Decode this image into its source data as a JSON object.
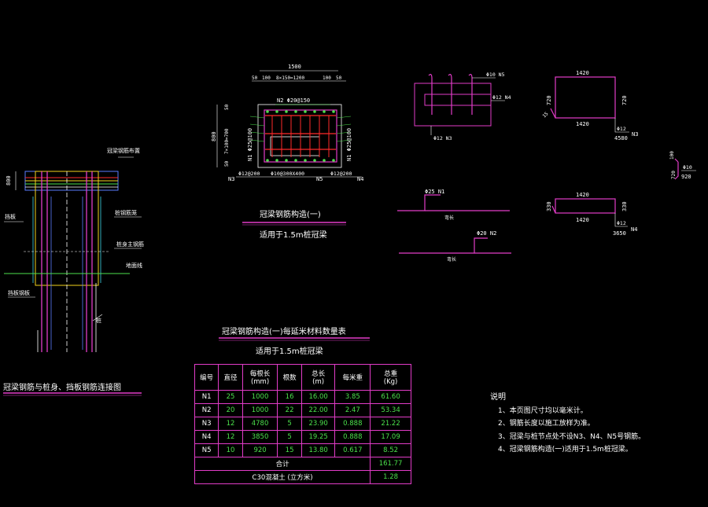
{
  "colors": {
    "background": "#000000",
    "line_white": "#ffffff",
    "line_magenta": "#e23cc8",
    "line_green": "#4be04b",
    "line_red": "#ff2a2a",
    "line_yellow": "#f2d21c",
    "line_blue": "#5a7cff",
    "line_cyan": "#3fd6e8"
  },
  "left_detail": {
    "dim_height": "800",
    "label_beam_rebar": "冠梁钢筋布置",
    "label_pile_cage": "桩钢筋笼",
    "label_pile_main": "桩身主钢筋",
    "label_ground": "地面线",
    "label_retaining": "挡板",
    "label_retaining_board": "挡板钢板",
    "label_pile": "桩",
    "title": "冠梁钢筋与桩身、挡板钢筋连接图"
  },
  "section": {
    "dim_total": "1500",
    "dim_left_edge": "50",
    "dim_left_cover": "100",
    "dim_middle": "8×150=1200",
    "dim_right_cover": "100",
    "dim_right_edge": "50",
    "dim_height": "800",
    "dim_height_inner": "7×100=700",
    "dim_top": "50",
    "dim_bottom": "50",
    "label_top": "N2 Φ20@150",
    "label_left_side": "N1 Φ25@100",
    "label_right_side": "N1 Φ25@100",
    "label_n3": "N3",
    "label_bottom_left": "Φ12@200",
    "label_bottom_mid": "Φ10@300X400",
    "label_n5": "N5",
    "label_bottom_right": "Φ12@200",
    "label_n4": "N4",
    "title": "冠梁钢筋构造(一)",
    "subtitle": "适用于1.5m桩冠梁"
  },
  "bar_shapes": {
    "n5_label": "Φ10 N5",
    "n4_label": "Φ12 N4",
    "n3_small_label": "Φ12 N3",
    "n1_label": "Φ25 N1",
    "n1_caption": "弯长",
    "n2_label": "Φ20 N2",
    "n2_caption": "弯长",
    "stirrup_n3": {
      "top": "1420",
      "bottom": "1420",
      "left": "720",
      "right": "720",
      "hook": "15",
      "bar": "Φ12",
      "name": "N3",
      "total": "4580"
    },
    "tie_n5": {
      "top": "720",
      "side": "100",
      "bar": "Φ10",
      "total": "920"
    },
    "stirrup_n4": {
      "top": "1420",
      "bottom": "1420",
      "left": "330",
      "right": "330",
      "bar": "Φ12",
      "name": "N4",
      "total": "3650"
    }
  },
  "table": {
    "title": "冠梁钢筋构造(一)每延米材料数量表",
    "subtitle": "适用于1.5m桩冠梁",
    "headers": [
      "编号",
      "直径",
      "每根长\n(mm)",
      "根数",
      "总长\n(m)",
      "每米重",
      "总重\n(Kg)"
    ],
    "rows": [
      [
        "N1",
        "25",
        "1000",
        "16",
        "16.00",
        "3.85",
        "61.60"
      ],
      [
        "N2",
        "20",
        "1000",
        "22",
        "22.00",
        "2.47",
        "53.34"
      ],
      [
        "N3",
        "12",
        "4780",
        "5",
        "23.90",
        "0.888",
        "21.22"
      ],
      [
        "N4",
        "12",
        "3850",
        "5",
        "19.25",
        "0.888",
        "17.09"
      ],
      [
        "N5",
        "10",
        "920",
        "15",
        "13.80",
        "0.617",
        "8.52"
      ]
    ],
    "sum_label": "合计",
    "sum_value": "161.77",
    "concrete_label": "C30混凝土  (立方米)",
    "concrete_value": "1.28"
  },
  "notes": {
    "title": "说明",
    "items": [
      "1、本页图尺寸均以毫米计。",
      "2、钢筋长度以施工放样为准。",
      "3、冠梁与桩节点处不设N3、N4、N5号钢筋。",
      "4、冠梁钢筋构造(一)适用于1.5m桩冠梁。"
    ]
  }
}
